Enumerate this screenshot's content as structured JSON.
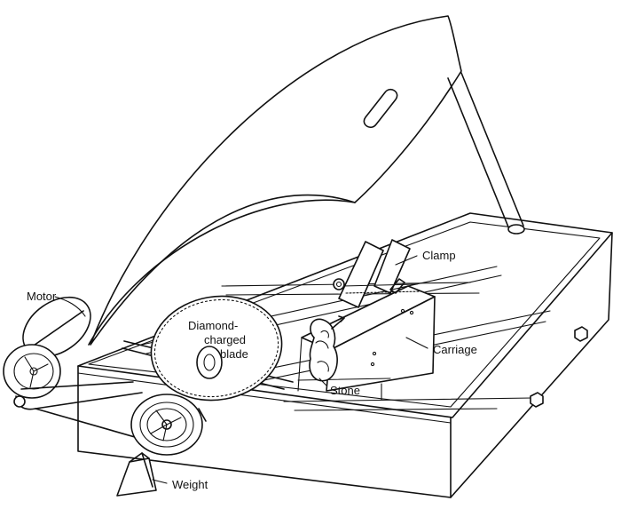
{
  "labels": {
    "motor": "Motor",
    "blade_line1": "Diamond-",
    "blade_line2": "charged",
    "blade_line3": "blade",
    "clamp": "Clamp",
    "carriage": "Carriage",
    "stone": "Stone",
    "weight": "Weight"
  },
  "icons": {
    "motor": "motor-icon",
    "blade": "saw-blade-icon",
    "pulley": "pulley-icon",
    "weight": "weight-icon"
  }
}
